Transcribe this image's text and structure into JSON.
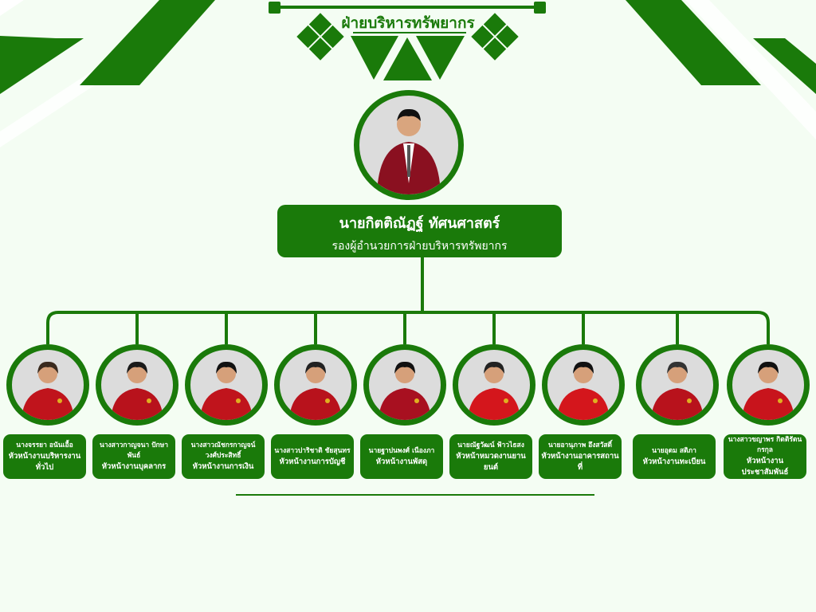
{
  "header": {
    "title": "ฝ่ายบริหารทรัพยากร"
  },
  "head": {
    "name": "นายกิตติณัฏฐ์ ทัศนศาสตร์",
    "role": "รองผู้อำนวยการฝ่ายบริหารทรัพยากร"
  },
  "staff": [
    {
      "name": "นางจรรยา อนันเอื้อ",
      "role": "หัวหน้างานบริหารงานทั่วไป",
      "shirt": "#c0141c",
      "hair": "#3a2a1e"
    },
    {
      "name": "นางสาวกาญจนา ปักษาพันธ์",
      "role": "หัวหน้างานบุคลากร",
      "shirt": "#b8121c",
      "hair": "#1a1a1a"
    },
    {
      "name": "นางสาวณัชกรกาญจน์ วงศ์ประสิทธิ์",
      "role": "หัวหน้างานการเงิน",
      "shirt": "#c0141c",
      "hair": "#111111"
    },
    {
      "name": "นางสาวปาริชาติ ชัยสุนทร",
      "role": "หัวหน้างานการบัญชี",
      "shirt": "#b8121c",
      "hair": "#222222"
    },
    {
      "name": "นายฐาปนพงศ์ เนืองภา",
      "role": "หัวหน้างานพัสดุ",
      "shirt": "#a81020",
      "hair": "#111111"
    },
    {
      "name": "นายณัฐวัฒน์ ฟ้าวไธสง",
      "role": "หัวหน้าหมวดงานยานยนต์",
      "shirt": "#d4161c",
      "hair": "#222222"
    },
    {
      "name": "นายอานุภาพ อึงสวัสดิ์",
      "role": "หัวหน้างานอาคารสถานที่",
      "shirt": "#d4161c",
      "hair": "#111111"
    },
    {
      "name": "นายอุดม สติภา",
      "role": "หัวหน้างานทะเบียน",
      "shirt": "#b8121c",
      "hair": "#333333"
    },
    {
      "name": "นางสาวขญาพร กิตติรัตนกรกุล",
      "role": "หัวหน้างานประชาสัมพันธ์",
      "shirt": "#c8141c",
      "hair": "#111111"
    }
  ],
  "colors": {
    "primary": "#1a7a0a",
    "background": "#f4fdf3"
  }
}
